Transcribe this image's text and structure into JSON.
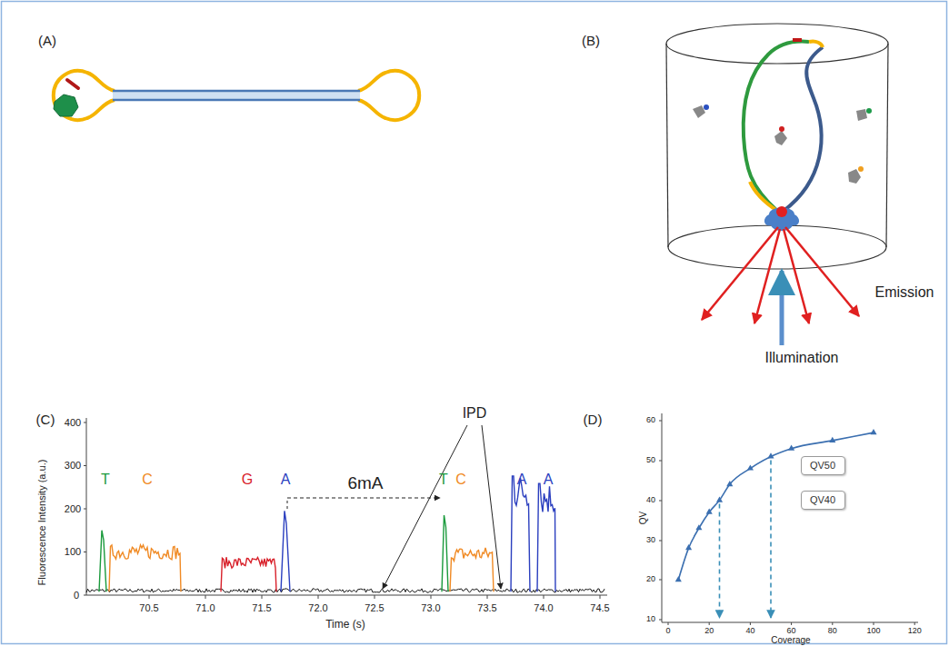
{
  "diagram": {
    "nodes": [
      {
        "text": [
          "QV50"
        ]
      },
      {
        "text": [
          "QV40"
        ]
      }
    ],
    "labels": [
      "(A)",
      "(B)",
      "(C)",
      "(D)",
      "Emission",
      "Illumination",
      "Fluorescence Intensity (a.u.)",
      "400",
      "300",
      "200",
      "100",
      "0",
      "T",
      "C",
      "G",
      "A",
      "6mA",
      "IPD",
      "T",
      "C",
      "A",
      "A",
      "70.5",
      "71.0",
      "71.5",
      "72.0",
      "72.5",
      "73.0",
      "73.5",
      "74.0",
      "74.5",
      "Time (s)",
      "QV",
      "60",
      "50",
      "40",
      "30",
      "20",
      "10",
      "0",
      "20",
      "40",
      "60",
      "80",
      "100",
      "120",
      "Coverage"
    ]
  }
}
